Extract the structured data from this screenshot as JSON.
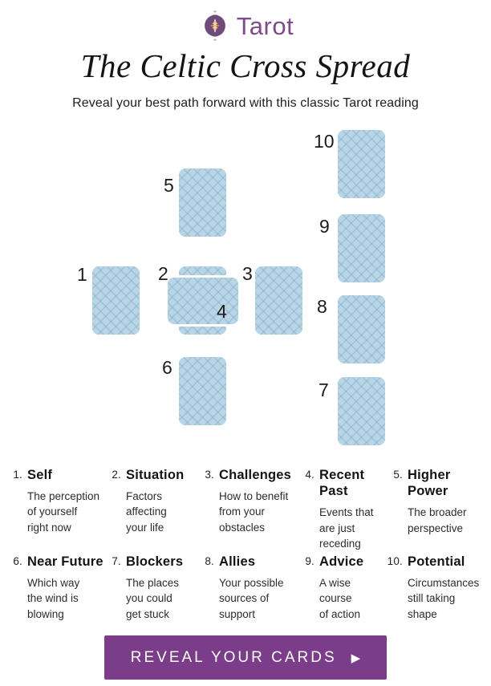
{
  "logo": {
    "name": "Tarot",
    "icon": "double-crescent-moon-icon"
  },
  "header": {
    "title": "The Celtic Cross Spread",
    "subtitle": "Reveal your best path forward with this classic Tarot reading"
  },
  "spread": {
    "card_numbers": [
      "1",
      "2",
      "3",
      "4",
      "5",
      "6",
      "7",
      "8",
      "9",
      "10"
    ]
  },
  "legend": {
    "items": [
      {
        "num": "1.",
        "title": "Self",
        "body": "The perception\nof yourself\nright now"
      },
      {
        "num": "2.",
        "title": "Situation",
        "body": "Factors\naffecting\nyour life"
      },
      {
        "num": "3.",
        "title": "Challenges",
        "body": "How to benefit\nfrom your\nobstacles"
      },
      {
        "num": "4.",
        "title": "Recent\nPast",
        "body": "Events that\nare just\nreceding"
      },
      {
        "num": "5.",
        "title": "Higher\nPower",
        "body": "The broader\nperspective"
      },
      {
        "num": "6.",
        "title": "Near Future",
        "body": "Which way\nthe wind is\nblowing"
      },
      {
        "num": "7.",
        "title": "Blockers",
        "body": "The places\nyou could\nget stuck"
      },
      {
        "num": "8.",
        "title": "Allies",
        "body": "Your possible\nsources of\nsupport"
      },
      {
        "num": "9.",
        "title": "Advice",
        "body": "A wise\ncourse\nof action"
      },
      {
        "num": "10.",
        "title": "Potential",
        "body": "Circumstances\nstill taking\nshape"
      }
    ]
  },
  "cta": {
    "label": "REVEAL YOUR CARDS",
    "icon": "play-arrow-icon",
    "icon_glyph": "▶"
  },
  "colors": {
    "brand_purple": "#7d4b8a",
    "button_purple": "#7b3d8a",
    "card_blue": "#b9d6e7",
    "star_orange": "#e8a558"
  }
}
